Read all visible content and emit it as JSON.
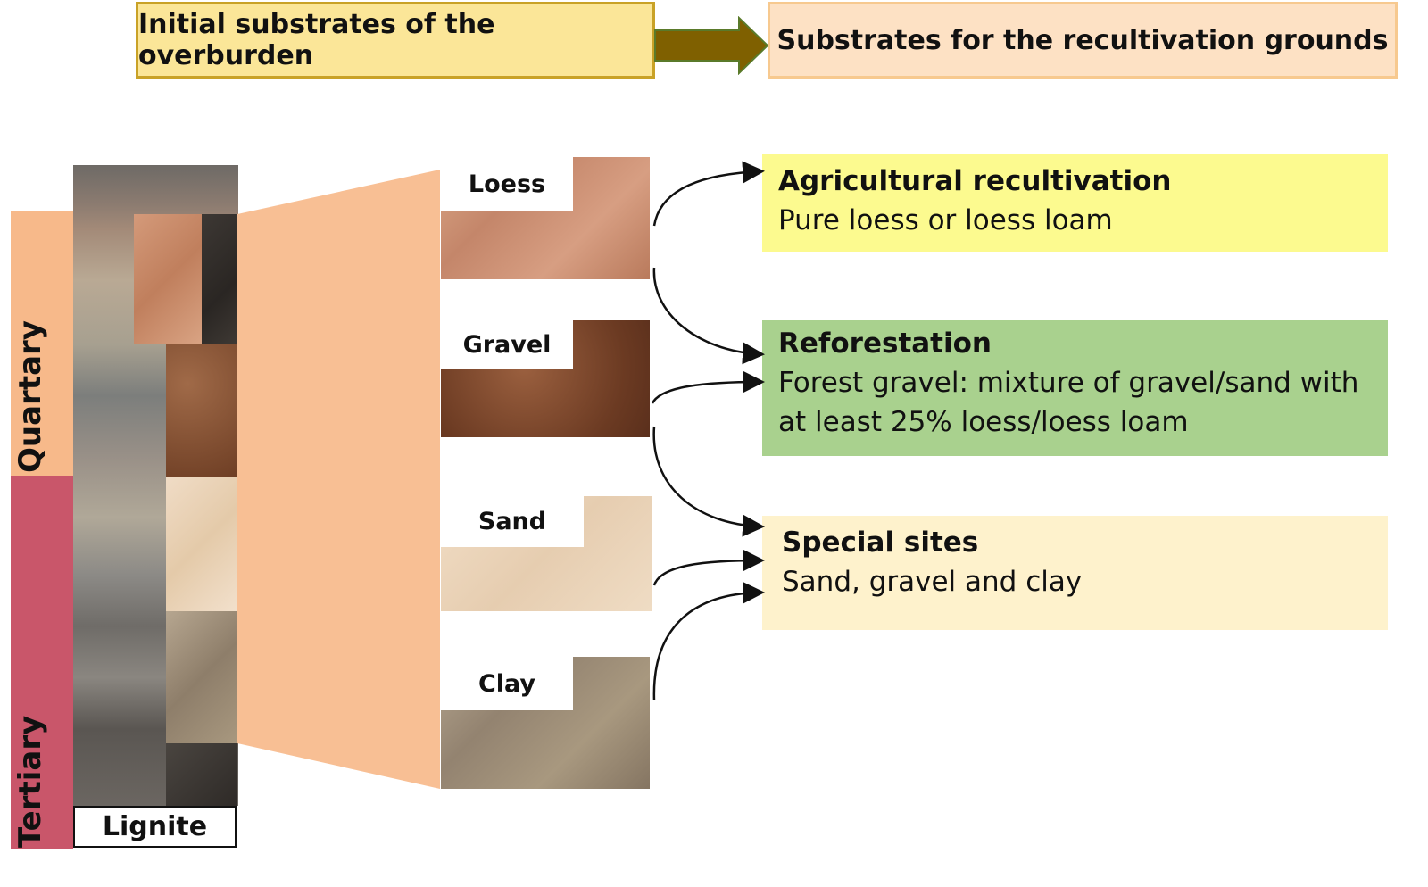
{
  "header": {
    "source_label": "Initial substrates of the overburden",
    "target_label": "Substrates for the recultivation grounds"
  },
  "strata": {
    "quartary_label": "Quartary",
    "tertiary_label": "Tertiary",
    "lignite_label": "Lignite",
    "quartary_color": "#f7b98a",
    "tertiary_color": "#c9566a"
  },
  "substrates": [
    {
      "name": "Loess",
      "texture_color": "#c98a6a"
    },
    {
      "name": "Gravel",
      "texture_color": "#8a5436"
    },
    {
      "name": "Sand",
      "texture_color": "#e8cfb2"
    },
    {
      "name": "Clay",
      "texture_color": "#9c8a74"
    }
  ],
  "results": [
    {
      "title": "Agricultural recultivation",
      "description": "Pure loess or loess loam",
      "color": "#fcfa8f"
    },
    {
      "title": "Reforestation",
      "description": "Forest gravel: mixture of gravel/sand with at least 25% loess/loess loam",
      "color": "#a9d18e"
    },
    {
      "title": "Special sites",
      "description": "Sand, gravel and clay",
      "color": "#fef2cc"
    }
  ]
}
